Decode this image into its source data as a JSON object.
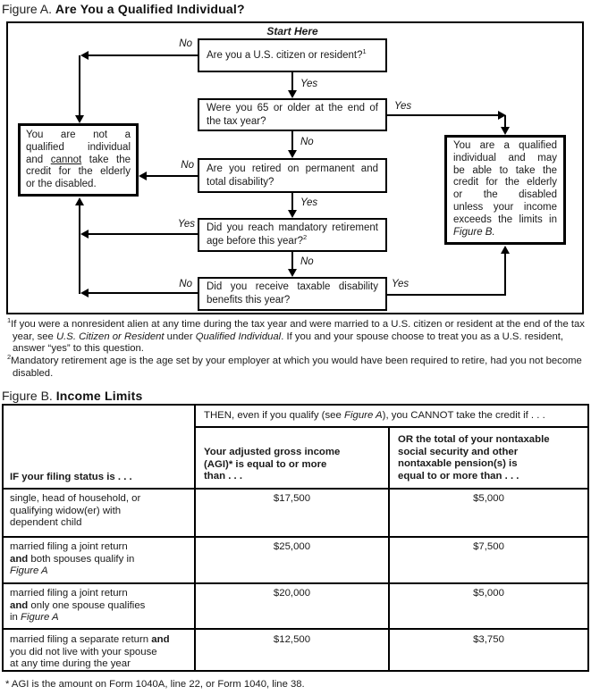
{
  "figure_a": {
    "label": "Figure A.",
    "title": "Are You a Qualified Individual?",
    "start_here": "Start Here",
    "yes": "Yes",
    "no": "No",
    "q1": {
      "text": "Are you a U.S. citizen or resident?",
      "sup": "1"
    },
    "q2": {
      "line1": "Were you 65 or older at the end of",
      "line2": "the tax year?"
    },
    "q3": {
      "line1": "Are you retired on permanent and",
      "line2": "total disability?"
    },
    "q4": {
      "line1": "Did you reach mandatory retirement",
      "line2": "age before this year?",
      "sup": "2"
    },
    "q5": {
      "line1": "Did you receive taxable disability",
      "line2": "benefits this year?"
    },
    "not_qualified": {
      "line1": "You are not a",
      "line2": "qualified individual",
      "line3_pre": "and ",
      "line3_u": "cannot",
      "line3_post": " take the",
      "line4": "credit for the elderly",
      "line5": "or the disabled."
    },
    "qualified": {
      "line1": "You are a qualified",
      "line2": "individual and may",
      "line3": "be able to take the",
      "line4": "credit for the elderly",
      "line5": "or the disabled",
      "line6": "unless your income",
      "line7": "exceeds the limits in",
      "line8": "Figure B."
    },
    "footnote1": {
      "sup": "1",
      "t1": "If you were a nonresident alien at any time during the tax year and were married to a U.S. citizen or resident at the end of the tax year, see ",
      "i1": "U.S. Citizen or Resident",
      "t2": " under ",
      "i2": "Qualified Individual",
      "t3": ". If you and your spouse choose to treat you as a U.S. resident, answer “yes” to this question."
    },
    "footnote2": {
      "sup": "2",
      "t1": "Mandatory retirement age is the age set by your employer at which you would have been required to retire, had you not become disabled."
    }
  },
  "figure_b": {
    "label": "Figure B.",
    "title": "Income Limits",
    "header": {
      "col1": "IF your filing status is . . .",
      "then_pre": "THEN, even if you qualify (see ",
      "then_i": "Figure A",
      "then_post": "), you CANNOT take the credit if . . .",
      "agi": {
        "line1": "Your adjusted gross income",
        "line2": "(AGI)* is equal to or more",
        "line3": "than . . ."
      },
      "pension": {
        "line1": "OR the total of your nontaxable",
        "line2": "social security and other",
        "line3": "nontaxable pension(s) is",
        "line4": "equal to or more than . . ."
      }
    },
    "rows": [
      {
        "s1": "single, head of household, or",
        "s2": "qualifying widow(er) with",
        "s3": "dependent child",
        "agi": "$17,500",
        "pension": "$5,000"
      },
      {
        "s1": "married filing a joint return",
        "s2_b": "and",
        "s2": " both spouses qualify in",
        "s3_i": "Figure A",
        "agi": "$25,000",
        "pension": "$7,500"
      },
      {
        "s1": "married filing a joint return",
        "s2_b": "and",
        "s2": " only one spouse qualifies",
        "s3": "in ",
        "s3_i": "Figure A",
        "agi": "$20,000",
        "pension": "$5,000"
      },
      {
        "s1": "married filing a separate return ",
        "s1_b": "and",
        "s2": "you did not live with your spouse",
        "s3": "at any time during the year",
        "agi": "$12,500",
        "pension": "$3,750"
      }
    ],
    "footnote": "* AGI is the amount on Form 1040A, line 22, or Form 1040, line 38."
  }
}
